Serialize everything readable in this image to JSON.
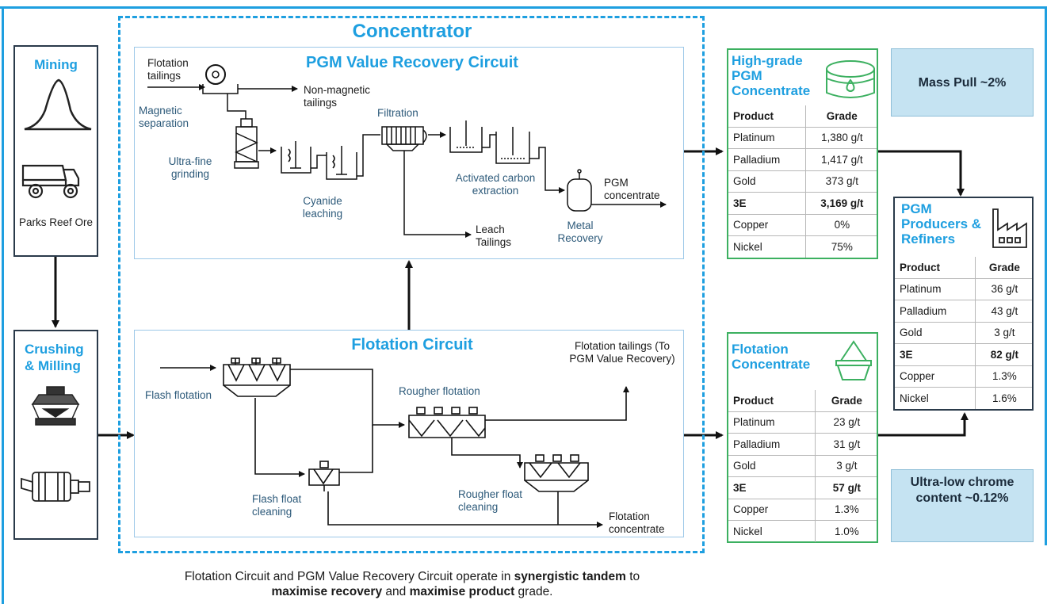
{
  "mining": {
    "title": "Mining",
    "ore_label": "Parks Reef Ore"
  },
  "crushing": {
    "title": "Crushing & Milling"
  },
  "concentrator": {
    "title": "Concentrator"
  },
  "pgm_circuit": {
    "title": "PGM Value Recovery Circuit",
    "flotation_tailings_in": "Flotation tailings",
    "magnetic_separation": "Magnetic separation",
    "non_magnetic_tailings": "Non-magnetic tailings",
    "ultra_fine_grinding": "Ultra-fine grinding",
    "cyanide_leaching": "Cyanide leaching",
    "filtration": "Filtration",
    "leach_tailings": "Leach Tailings",
    "activated_carbon": "Activated carbon extraction",
    "metal_recovery": "Metal Recovery",
    "pgm_concentrate": "PGM concentrate"
  },
  "flotation_circuit": {
    "title": "Flotation Circuit",
    "flash_flotation": "Flash flotation",
    "flash_float_cleaning": "Flash float cleaning",
    "rougher_flotation": "Rougher flotation",
    "rougher_float_cleaning": "Rougher float cleaning",
    "flotation_tailings_out": "Flotation tailings (To PGM Value Recovery)",
    "flotation_concentrate": "Flotation concentrate"
  },
  "high_grade": {
    "title": "High-grade PGM Concentrate",
    "headers": [
      "Product",
      "Grade"
    ],
    "rows": [
      {
        "product": "Platinum",
        "grade": "1,380 g/t"
      },
      {
        "product": "Palladium",
        "grade": "1,417 g/t"
      },
      {
        "product": "Gold",
        "grade": "373 g/t"
      },
      {
        "product": "3E",
        "grade": "3,169 g/t"
      },
      {
        "product": "Copper",
        "grade": "0%"
      },
      {
        "product": "Nickel",
        "grade": "75%"
      }
    ]
  },
  "flotation_conc": {
    "title": "Flotation Concentrate",
    "headers": [
      "Product",
      "Grade"
    ],
    "rows": [
      {
        "product": "Platinum",
        "grade": "23 g/t"
      },
      {
        "product": "Palladium",
        "grade": "31 g/t"
      },
      {
        "product": "Gold",
        "grade": "3 g/t"
      },
      {
        "product": "3E",
        "grade": "57 g/t"
      },
      {
        "product": "Copper",
        "grade": "1.3%"
      },
      {
        "product": "Nickel",
        "grade": "1.0%"
      }
    ]
  },
  "producers": {
    "title": "PGM Producers & Refiners",
    "headers": [
      "Product",
      "Grade"
    ],
    "rows": [
      {
        "product": "Platinum",
        "grade": "36 g/t"
      },
      {
        "product": "Palladium",
        "grade": "43 g/t"
      },
      {
        "product": "Gold",
        "grade": "3 g/t"
      },
      {
        "product": "3E",
        "grade": "82 g/t"
      },
      {
        "product": "Copper",
        "grade": "1.3%"
      },
      {
        "product": "Nickel",
        "grade": "1.6%"
      }
    ]
  },
  "mass_pull": "Mass Pull ~2%",
  "chrome": "Ultra-low chrome content ~0.12%",
  "caption": {
    "p1": "Flotation Circuit and PGM Value Recovery Circuit operate in ",
    "b1": "synergistic tandem",
    "p2": " to ",
    "b2": "maximise recovery",
    "p3": " and ",
    "b3": "maximise product",
    "p4": " grade."
  },
  "colors": {
    "accent": "#1e9fe0",
    "green_border": "#3cb060",
    "info_bg": "#c5e3f2",
    "dark_border": "#2a3a4a"
  }
}
